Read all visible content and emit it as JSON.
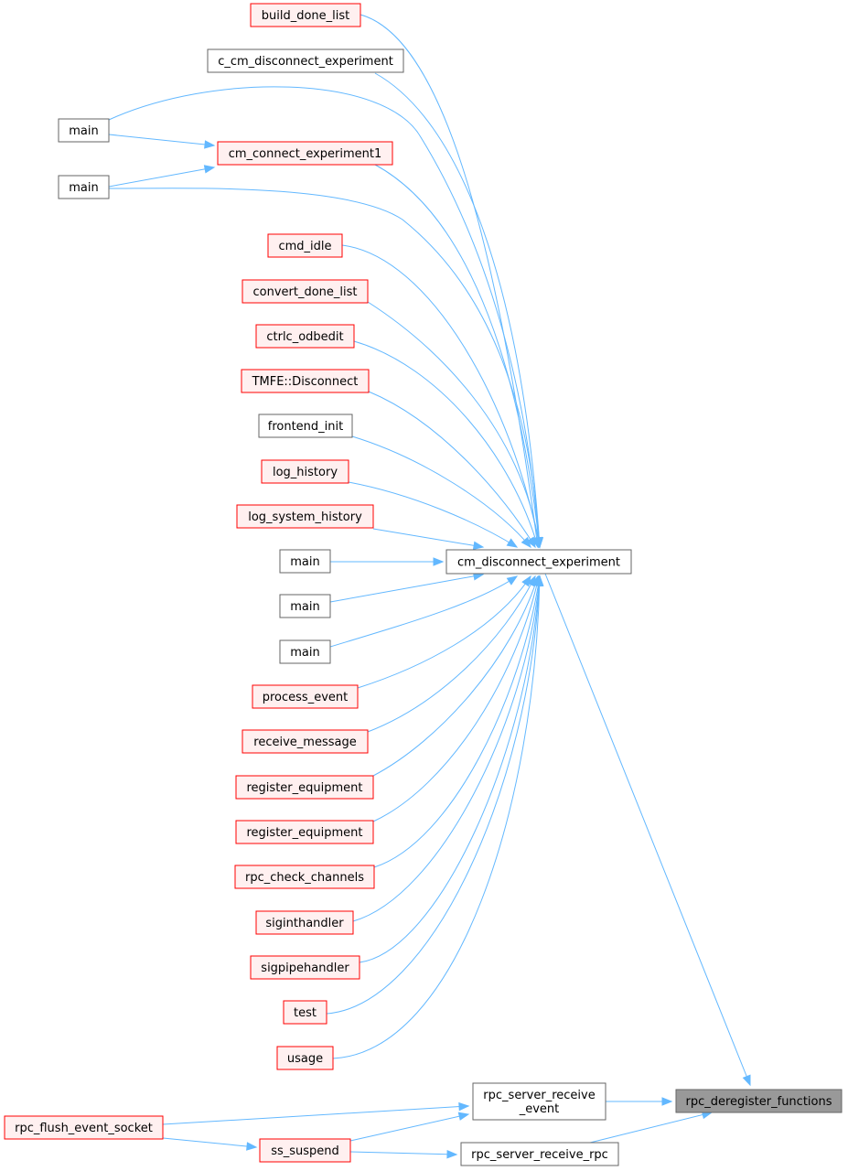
{
  "diagram": {
    "type": "call-graph",
    "colors": {
      "edge": "#63b8ff",
      "incomplete_node_border": "#ff0000",
      "incomplete_node_fill": "#fff0f0",
      "node_border": "#666666",
      "target_fill": "#999999"
    },
    "nodes": [
      {
        "id": "build_done_list",
        "lines": [
          "build_done_list"
        ],
        "style": "red"
      },
      {
        "id": "c_cm_disconnect_experiment",
        "lines": [
          "c_cm_disconnect_experiment"
        ],
        "style": "plain"
      },
      {
        "id": "main_a",
        "lines": [
          "main"
        ],
        "style": "plain"
      },
      {
        "id": "cm_connect_experiment1",
        "lines": [
          "cm_connect_experiment1"
        ],
        "style": "red"
      },
      {
        "id": "main_b",
        "lines": [
          "main"
        ],
        "style": "plain"
      },
      {
        "id": "cmd_idle",
        "lines": [
          "cmd_idle"
        ],
        "style": "red"
      },
      {
        "id": "convert_done_list",
        "lines": [
          "convert_done_list"
        ],
        "style": "red"
      },
      {
        "id": "ctrlc_odbedit",
        "lines": [
          "ctrlc_odbedit"
        ],
        "style": "red"
      },
      {
        "id": "tmfe_disconnect",
        "lines": [
          "TMFE::Disconnect"
        ],
        "style": "red"
      },
      {
        "id": "frontend_init",
        "lines": [
          "frontend_init"
        ],
        "style": "plain"
      },
      {
        "id": "log_history",
        "lines": [
          "log_history"
        ],
        "style": "red"
      },
      {
        "id": "log_system_history",
        "lines": [
          "log_system_history"
        ],
        "style": "red"
      },
      {
        "id": "main_c",
        "lines": [
          "main"
        ],
        "style": "plain"
      },
      {
        "id": "main_d",
        "lines": [
          "main"
        ],
        "style": "plain"
      },
      {
        "id": "main_e",
        "lines": [
          "main"
        ],
        "style": "plain"
      },
      {
        "id": "process_event",
        "lines": [
          "process_event"
        ],
        "style": "red"
      },
      {
        "id": "receive_message",
        "lines": [
          "receive_message"
        ],
        "style": "red"
      },
      {
        "id": "register_equipment_a",
        "lines": [
          "register_equipment"
        ],
        "style": "red"
      },
      {
        "id": "register_equipment_b",
        "lines": [
          "register_equipment"
        ],
        "style": "red"
      },
      {
        "id": "rpc_check_channels",
        "lines": [
          "rpc_check_channels"
        ],
        "style": "red"
      },
      {
        "id": "siginthandler",
        "lines": [
          "siginthandler"
        ],
        "style": "red"
      },
      {
        "id": "sigpipehandler",
        "lines": [
          "sigpipehandler"
        ],
        "style": "red"
      },
      {
        "id": "test",
        "lines": [
          "test"
        ],
        "style": "red"
      },
      {
        "id": "usage",
        "lines": [
          "usage"
        ],
        "style": "red"
      },
      {
        "id": "cm_disconnect_experiment",
        "lines": [
          "cm_disconnect_experiment"
        ],
        "style": "plain"
      },
      {
        "id": "rpc_server_receive_event",
        "lines": [
          "rpc_server_receive",
          "_event"
        ],
        "style": "plain"
      },
      {
        "id": "rpc_flush_event_socket",
        "lines": [
          "rpc_flush_event_socket"
        ],
        "style": "red"
      },
      {
        "id": "ss_suspend",
        "lines": [
          "ss_suspend"
        ],
        "style": "red"
      },
      {
        "id": "rpc_server_receive_rpc",
        "lines": [
          "rpc_server_receive_rpc"
        ],
        "style": "plain"
      },
      {
        "id": "rpc_deregister_functions",
        "lines": [
          "rpc_deregister_functions"
        ],
        "style": "target"
      }
    ],
    "edges": [
      {
        "from": "build_done_list",
        "to": "cm_disconnect_experiment"
      },
      {
        "from": "c_cm_disconnect_experiment",
        "to": "cm_disconnect_experiment"
      },
      {
        "from": "main_a",
        "to": "cm_connect_experiment1"
      },
      {
        "from": "main_a",
        "to": "cm_disconnect_experiment"
      },
      {
        "from": "main_b",
        "to": "cm_connect_experiment1"
      },
      {
        "from": "main_b",
        "to": "cm_disconnect_experiment"
      },
      {
        "from": "cm_connect_experiment1",
        "to": "cm_disconnect_experiment"
      },
      {
        "from": "cmd_idle",
        "to": "cm_disconnect_experiment"
      },
      {
        "from": "convert_done_list",
        "to": "cm_disconnect_experiment"
      },
      {
        "from": "ctrlc_odbedit",
        "to": "cm_disconnect_experiment"
      },
      {
        "from": "tmfe_disconnect",
        "to": "cm_disconnect_experiment"
      },
      {
        "from": "frontend_init",
        "to": "cm_disconnect_experiment"
      },
      {
        "from": "log_history",
        "to": "cm_disconnect_experiment"
      },
      {
        "from": "log_system_history",
        "to": "cm_disconnect_experiment"
      },
      {
        "from": "main_c",
        "to": "cm_disconnect_experiment"
      },
      {
        "from": "main_d",
        "to": "cm_disconnect_experiment"
      },
      {
        "from": "main_e",
        "to": "cm_disconnect_experiment"
      },
      {
        "from": "process_event",
        "to": "cm_disconnect_experiment"
      },
      {
        "from": "receive_message",
        "to": "cm_disconnect_experiment"
      },
      {
        "from": "register_equipment_a",
        "to": "cm_disconnect_experiment"
      },
      {
        "from": "register_equipment_b",
        "to": "cm_disconnect_experiment"
      },
      {
        "from": "rpc_check_channels",
        "to": "cm_disconnect_experiment"
      },
      {
        "from": "siginthandler",
        "to": "cm_disconnect_experiment"
      },
      {
        "from": "sigpipehandler",
        "to": "cm_disconnect_experiment"
      },
      {
        "from": "test",
        "to": "cm_disconnect_experiment"
      },
      {
        "from": "usage",
        "to": "cm_disconnect_experiment"
      },
      {
        "from": "cm_disconnect_experiment",
        "to": "rpc_deregister_functions"
      },
      {
        "from": "rpc_server_receive_event",
        "to": "rpc_deregister_functions"
      },
      {
        "from": "rpc_server_receive_rpc",
        "to": "rpc_deregister_functions"
      },
      {
        "from": "rpc_flush_event_socket",
        "to": "rpc_server_receive_event"
      },
      {
        "from": "rpc_flush_event_socket",
        "to": "ss_suspend"
      },
      {
        "from": "ss_suspend",
        "to": "rpc_server_receive_event"
      },
      {
        "from": "ss_suspend",
        "to": "rpc_server_receive_rpc"
      }
    ]
  }
}
